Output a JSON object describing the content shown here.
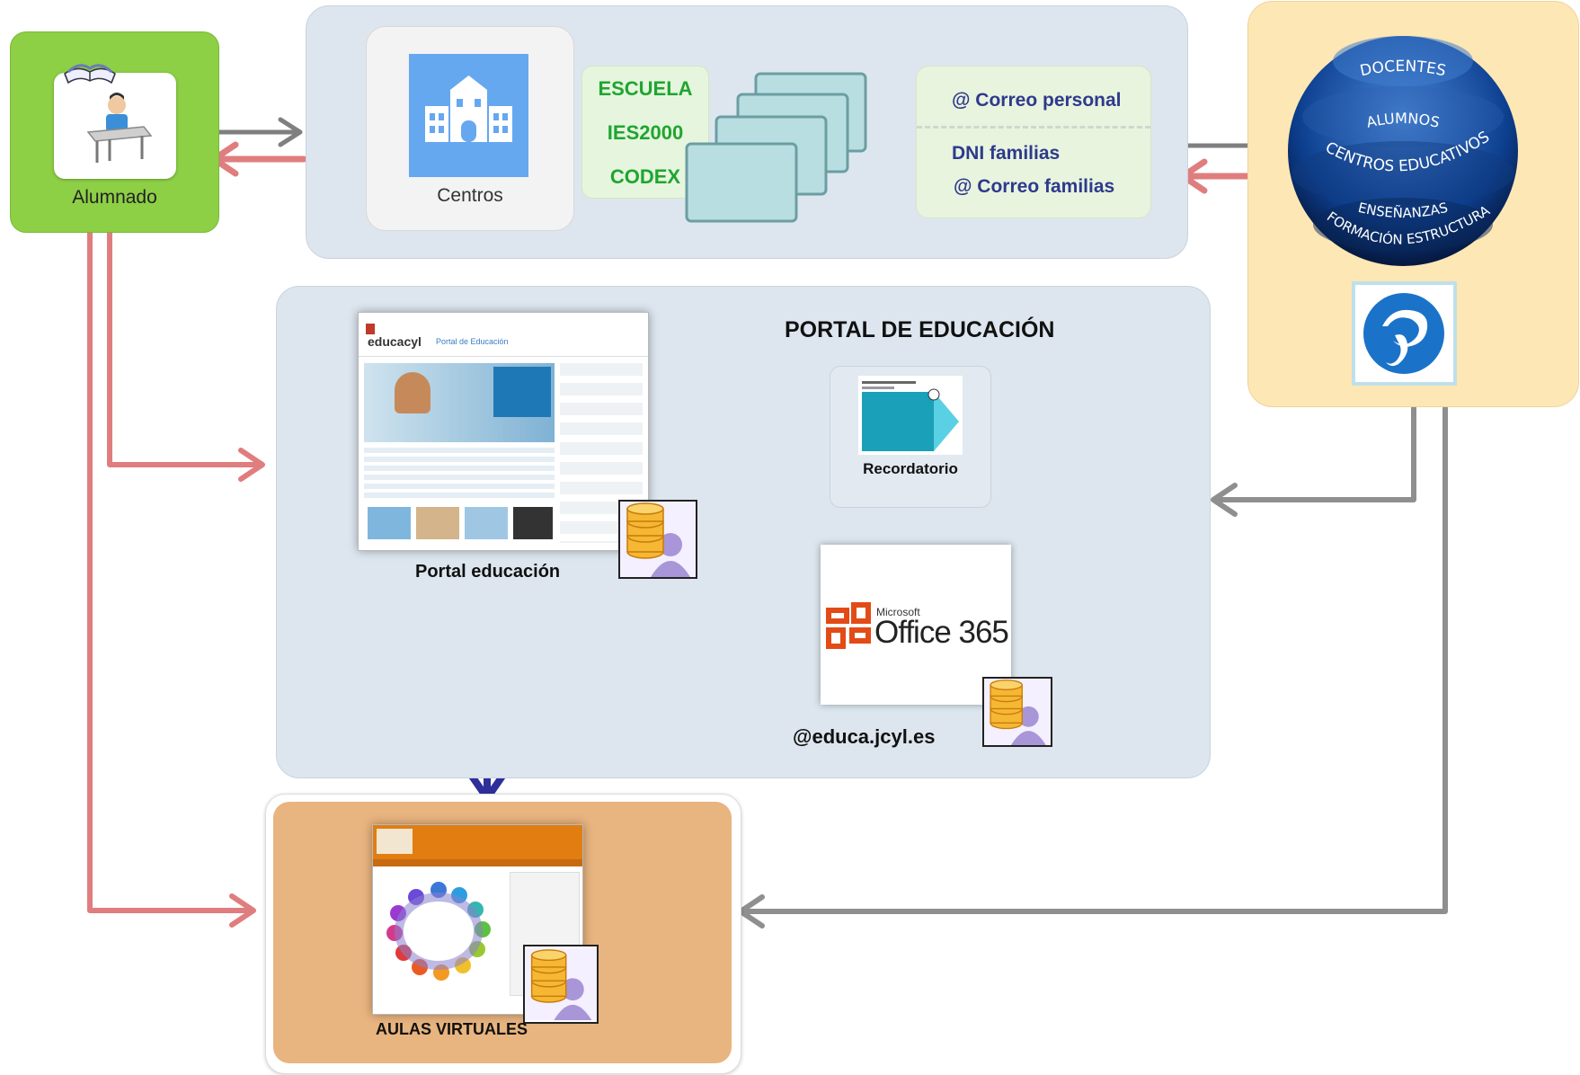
{
  "alumnado": {
    "label": "Alumnado"
  },
  "centros": {
    "label": "Centros",
    "apps": [
      "ESCUELA",
      "IES2000",
      "CODEX"
    ],
    "contact": {
      "correo_personal": "@ Correo personal",
      "dni_familias": "DNI familias",
      "correo_familias": "@ Correo familias"
    }
  },
  "database_globe": {
    "rings": [
      "DOCENTES",
      "ALUMNOS",
      "CENTROS EDUCATIVOS",
      "ENSEÑANZAS",
      "INFORMACIÓN ESTRUCTURAL"
    ]
  },
  "portal": {
    "title": "PORTAL DE EDUCACIÓN",
    "portal_label": "Portal educación",
    "recordatorio_label": "Recordatorio",
    "office": {
      "microsoft": "Microsoft",
      "product": "Office 365"
    },
    "domain_label": "@educa.jcyl.es",
    "screenshot": {
      "brand": "educacyl",
      "subtitle": "Portal de Educación"
    }
  },
  "aulas": {
    "label": "AULAS VIRTUALES"
  },
  "colors": {
    "alumnado_green": "#8dcf45",
    "panel_blue": "#dde6ef",
    "orange_panel": "#fde7b5",
    "aulas_brown": "#e8b47f",
    "arrow_red": "#e07d7e",
    "arrow_gray": "#808080",
    "arrow_blue": "#2e2f9a",
    "app_green": "#1fa531",
    "mail_blue": "#2e3a8c"
  }
}
